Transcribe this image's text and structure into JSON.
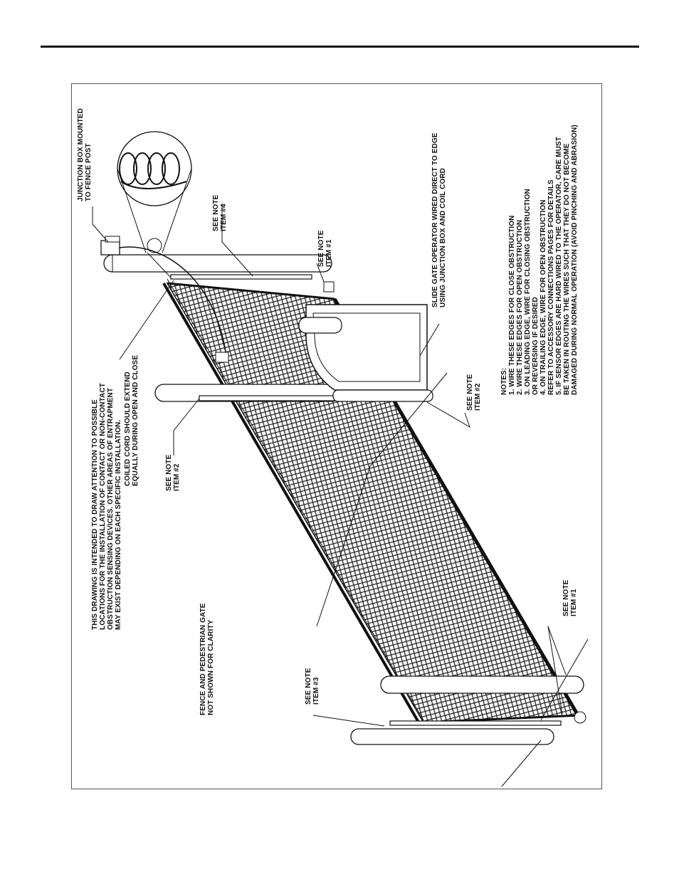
{
  "disclaimer": {
    "line1": "THIS DRAWING IS INTENDED TO DRAW ATTENTION TO POSSIBLE",
    "line2": "LOCATIONS FOR THE INSTALLATION OF CONTACT OR NON-CONTACT",
    "line3": "OBSTRUCTION SENSING DEVICES. OTHER AREAS OF ENTRAPMENT",
    "line4": "MAY EXIST DEPENDING ON EACH SPECIFIC INSTALLATION."
  },
  "fence_note": {
    "line1": "FENCE AND PEDESTRIAN GATE",
    "line2": "NOT SHOWN FOR CLARITY"
  },
  "junction_box": {
    "line1": "JUNCTION BOX MOUNTED",
    "line2": "TO FENCE POST"
  },
  "coiled_cord": {
    "line1": "COILED CORD SHOULD EXTEND",
    "line2": "EQUALLY DURING OPEN AND CLOSE"
  },
  "operator": {
    "line1": "SLIDE GATE OPERATOR WIRED DIRECT TO EDGE",
    "line2": "USING JUNCTION BOX AND COIL CORD"
  },
  "callouts": {
    "see_note": "SEE NOTE",
    "item1": "ITEM #1",
    "item2": "ITEM #2",
    "item3": "ITEM #3",
    "item4": "ITEM #4"
  },
  "notes": {
    "heading": "NOTES:",
    "n1": "1. WIRE THESE EDGES FOR CLOSE OBSTRUCTION",
    "n2": "2. WIRE THESE EDGES FOR OPEN OBSTRUCTION",
    "n3a": "3. ON LEADING EDGE, WIRE FOR CLOSING OBSTRUCTION",
    "n3b": "    OR REVERSING IF DESIRED",
    "n4a": "4. ON TRAILING EDGE, WIRE FOR OPEN OBSTRUCTION",
    "n4b": "REFER TO ACCESSORY CONNECTIONS PAGES FOR DETAILS",
    "n5a": "5. IF SENSOR EDGES ARE HARD WIRED TO THE OPERATOR, CARE MUST",
    "n5b": "BE TAKEN IN ROUTING THE WIRES SUCH THAT THEY DO NOT BECOME",
    "n5c": "DAMAGED DURING NORMAL OPERATION (AVOID PINCHING AND ABRASION)"
  }
}
